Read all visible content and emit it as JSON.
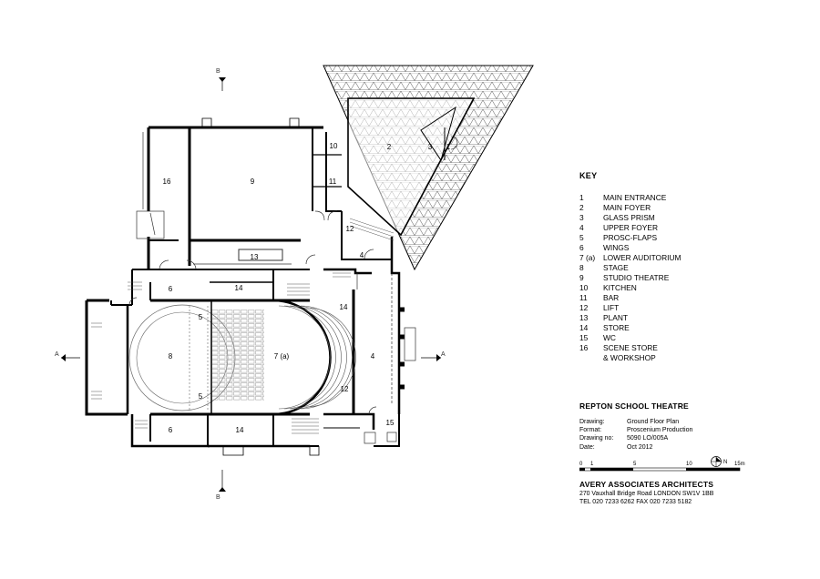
{
  "rooms": {
    "r2": "2",
    "r3": "3",
    "r1": "1",
    "r10": "10",
    "r11": "11",
    "r12a": "12",
    "r4a": "4",
    "r16": "16",
    "r9": "9",
    "r13": "13",
    "r6a": "6",
    "r14a": "14",
    "r14b": "14",
    "r5a": "5",
    "r5b": "5",
    "r8": "8",
    "r7a": "7 (a)",
    "r4b": "4",
    "r12b": "12",
    "r6b": "6",
    "r14c": "14",
    "r15": "15"
  },
  "section_markers": {
    "a": "A",
    "b": "B"
  },
  "north_label": "N",
  "key": {
    "title": "KEY",
    "items": [
      {
        "num": "1",
        "label": "MAIN ENTRANCE"
      },
      {
        "num": "2",
        "label": "MAIN FOYER"
      },
      {
        "num": "3",
        "label": "GLASS PRISM"
      },
      {
        "num": "4",
        "label": "UPPER FOYER"
      },
      {
        "num": "5",
        "label": "PROSC-FLAPS"
      },
      {
        "num": "6",
        "label": "WINGS"
      },
      {
        "num": "7 (a)",
        "label": "LOWER AUDITORIUM"
      },
      {
        "num": "8",
        "label": "STAGE"
      },
      {
        "num": "9",
        "label": "STUDIO THEATRE"
      },
      {
        "num": "10",
        "label": "KITCHEN"
      },
      {
        "num": "11",
        "label": "BAR"
      },
      {
        "num": "12",
        "label": "LIFT"
      },
      {
        "num": "13",
        "label": "PLANT"
      },
      {
        "num": "14",
        "label": "STORE"
      },
      {
        "num": "15",
        "label": "WC"
      },
      {
        "num": "16",
        "label": "SCENE STORE"
      },
      {
        "num": "",
        "label": "& WORKSHOP"
      }
    ]
  },
  "title_block": {
    "project": "REPTON SCHOOL THEATRE",
    "rows": [
      {
        "k": "Drawing:",
        "v": "Ground Floor Plan"
      },
      {
        "k": "Format:",
        "v": "Proscenium Production"
      },
      {
        "k": "Drawing no:",
        "v": "5090 LO/005A"
      },
      {
        "k": "Date:",
        "v": "Oct 2012"
      }
    ],
    "scale_labels": [
      "0",
      "1",
      "5",
      "10",
      "15m"
    ]
  },
  "architect": {
    "name": "AVERY ASSOCIATES ARCHITECTS",
    "address": "270 Vauxhall Bridge Road LONDON SW1V 1BB",
    "contact": "TEL 020 7233 6262   FAX 020 7233 5182"
  }
}
